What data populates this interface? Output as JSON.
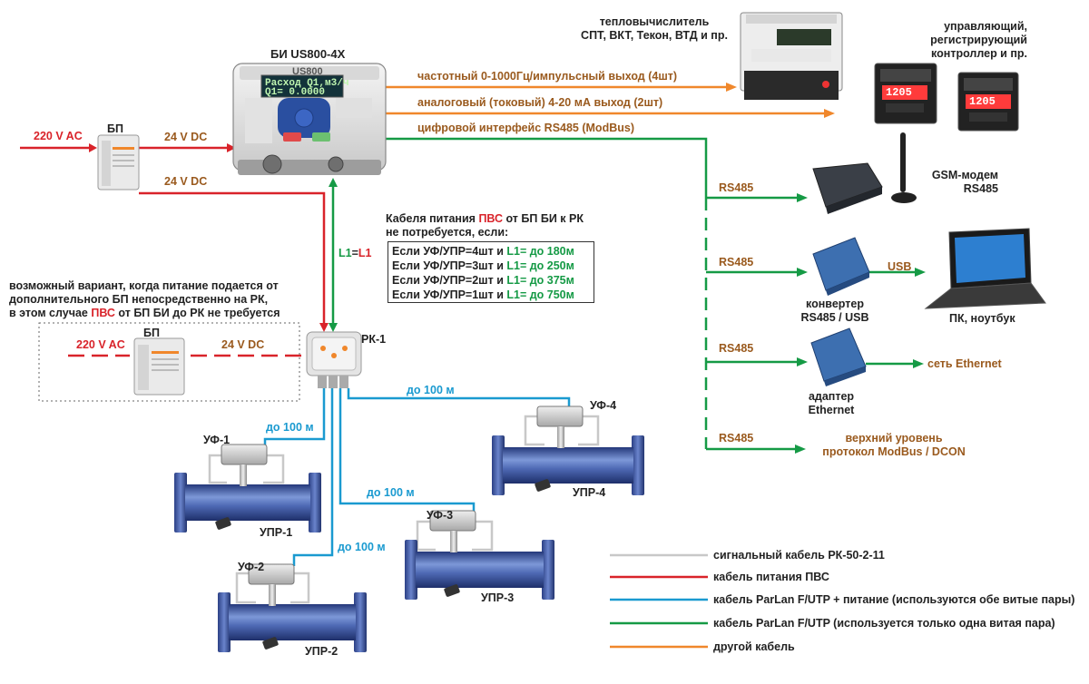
{
  "devices": {
    "bi": {
      "title": "БИ US800-4X",
      "brand": "US800",
      "lcd_line1": "Расход Q1,м3/ч",
      "lcd_line2": "Q1= 0.0000"
    },
    "heat_calc": {
      "label_1": "тепловычислитель",
      "label_2": "СПТ, ВКТ, Текон, ВТД и пр."
    },
    "controller": {
      "label_1": "управляющий,",
      "label_2": "регистрирующий",
      "label_3": "контроллер и пр.",
      "display_value": "1205"
    },
    "gsm": {
      "label_1": "GSM-модем",
      "label_2": "RS485"
    },
    "converter": {
      "label_1": "конвертер",
      "label_2": "RS485 / USB"
    },
    "pc": {
      "label": "ПК, ноутбук"
    },
    "adapter": {
      "label_1": "адаптер",
      "label_2": "Ethernet"
    },
    "bp_main": {
      "label": "БП"
    },
    "bp_optional": {
      "label": "БП"
    },
    "rk": {
      "label": "РК-1"
    }
  },
  "power": {
    "ac_in": "220 V AC",
    "dc_to_bi": "24 V DC",
    "dc_to_rk": "24 V DC",
    "opt_ac": "220 V AC",
    "opt_dc": "24 V DC"
  },
  "outputs": {
    "freq": "частотный 0-1000Гц/импульсный выход (4шт)",
    "analog": "аналоговый (токовый) 4-20 мА выход (2шт)",
    "digital": "цифровой интерфейс RS485 (ModBus)"
  },
  "rs485_branches": [
    {
      "label": "RS485"
    },
    {
      "label": "RS485"
    },
    {
      "label": "RS485"
    },
    {
      "label": "RS485"
    }
  ],
  "usb_label": "USB",
  "ethernet_net": "сеть Ethernet",
  "upper_level_1": "верхний уровень",
  "upper_level_2": "протокол ModBus / DCON",
  "l1_label": {
    "left": "L1",
    "eq": "=",
    "right": "L1"
  },
  "cable_note": {
    "line1_a": "Кабеля питания ",
    "line1_pvs": "ПВС",
    "line1_b": " от БП БИ к РК",
    "line2": "не потребуется, если:",
    "rows": [
      {
        "prefix": "Если УФ/УПР=4шт и ",
        "value": "L1= до 180м"
      },
      {
        "prefix": "Если УФ/УПР=3шт и ",
        "value": "L1= до 250м"
      },
      {
        "prefix": "Если УФ/УПР=2шт и ",
        "value": "L1= до 375м"
      },
      {
        "prefix": "Если УФ/УПР=1шт и ",
        "value": "L1= до 750м"
      }
    ]
  },
  "optional_note": {
    "line1": "возможный вариант, когда питание подается от",
    "line2": "дополнительного БП непосредственно на РК,",
    "line3_a": "в этом случае ",
    "line3_pvs": "ПВС",
    "line3_b": " от БП БИ до РК не требуется"
  },
  "distances": [
    "до 100 м",
    "до 100 м",
    "до 100 м",
    "до 100 м"
  ],
  "meters": [
    {
      "sensor": "УФ-1",
      "pipe": "УПР-1"
    },
    {
      "sensor": "УФ-2",
      "pipe": "УПР-2"
    },
    {
      "sensor": "УФ-3",
      "pipe": "УПР-3"
    },
    {
      "sensor": "УФ-4",
      "pipe": "УПР-4"
    }
  ],
  "legend": [
    {
      "label": "сигнальный кабель РК-50-2-11",
      "color": "#c8c8c8"
    },
    {
      "label": "кабель питания ПВС",
      "color": "#d9232a"
    },
    {
      "label": "кабель ParLan F/UTP + питание (используются обе витые пары)",
      "color": "#1a9ad0"
    },
    {
      "label": "кабель ParLan F/UTP (используется только одна витая пара)",
      "color": "#159a45"
    },
    {
      "label": "другой кабель",
      "color": "#f0872b"
    }
  ],
  "colors": {
    "red": "#d9232a",
    "orange": "#f0872b",
    "green": "#159a45",
    "blue": "#1a9ad0",
    "gray": "#c8c8c8",
    "pipe": "#3c5aa8"
  }
}
